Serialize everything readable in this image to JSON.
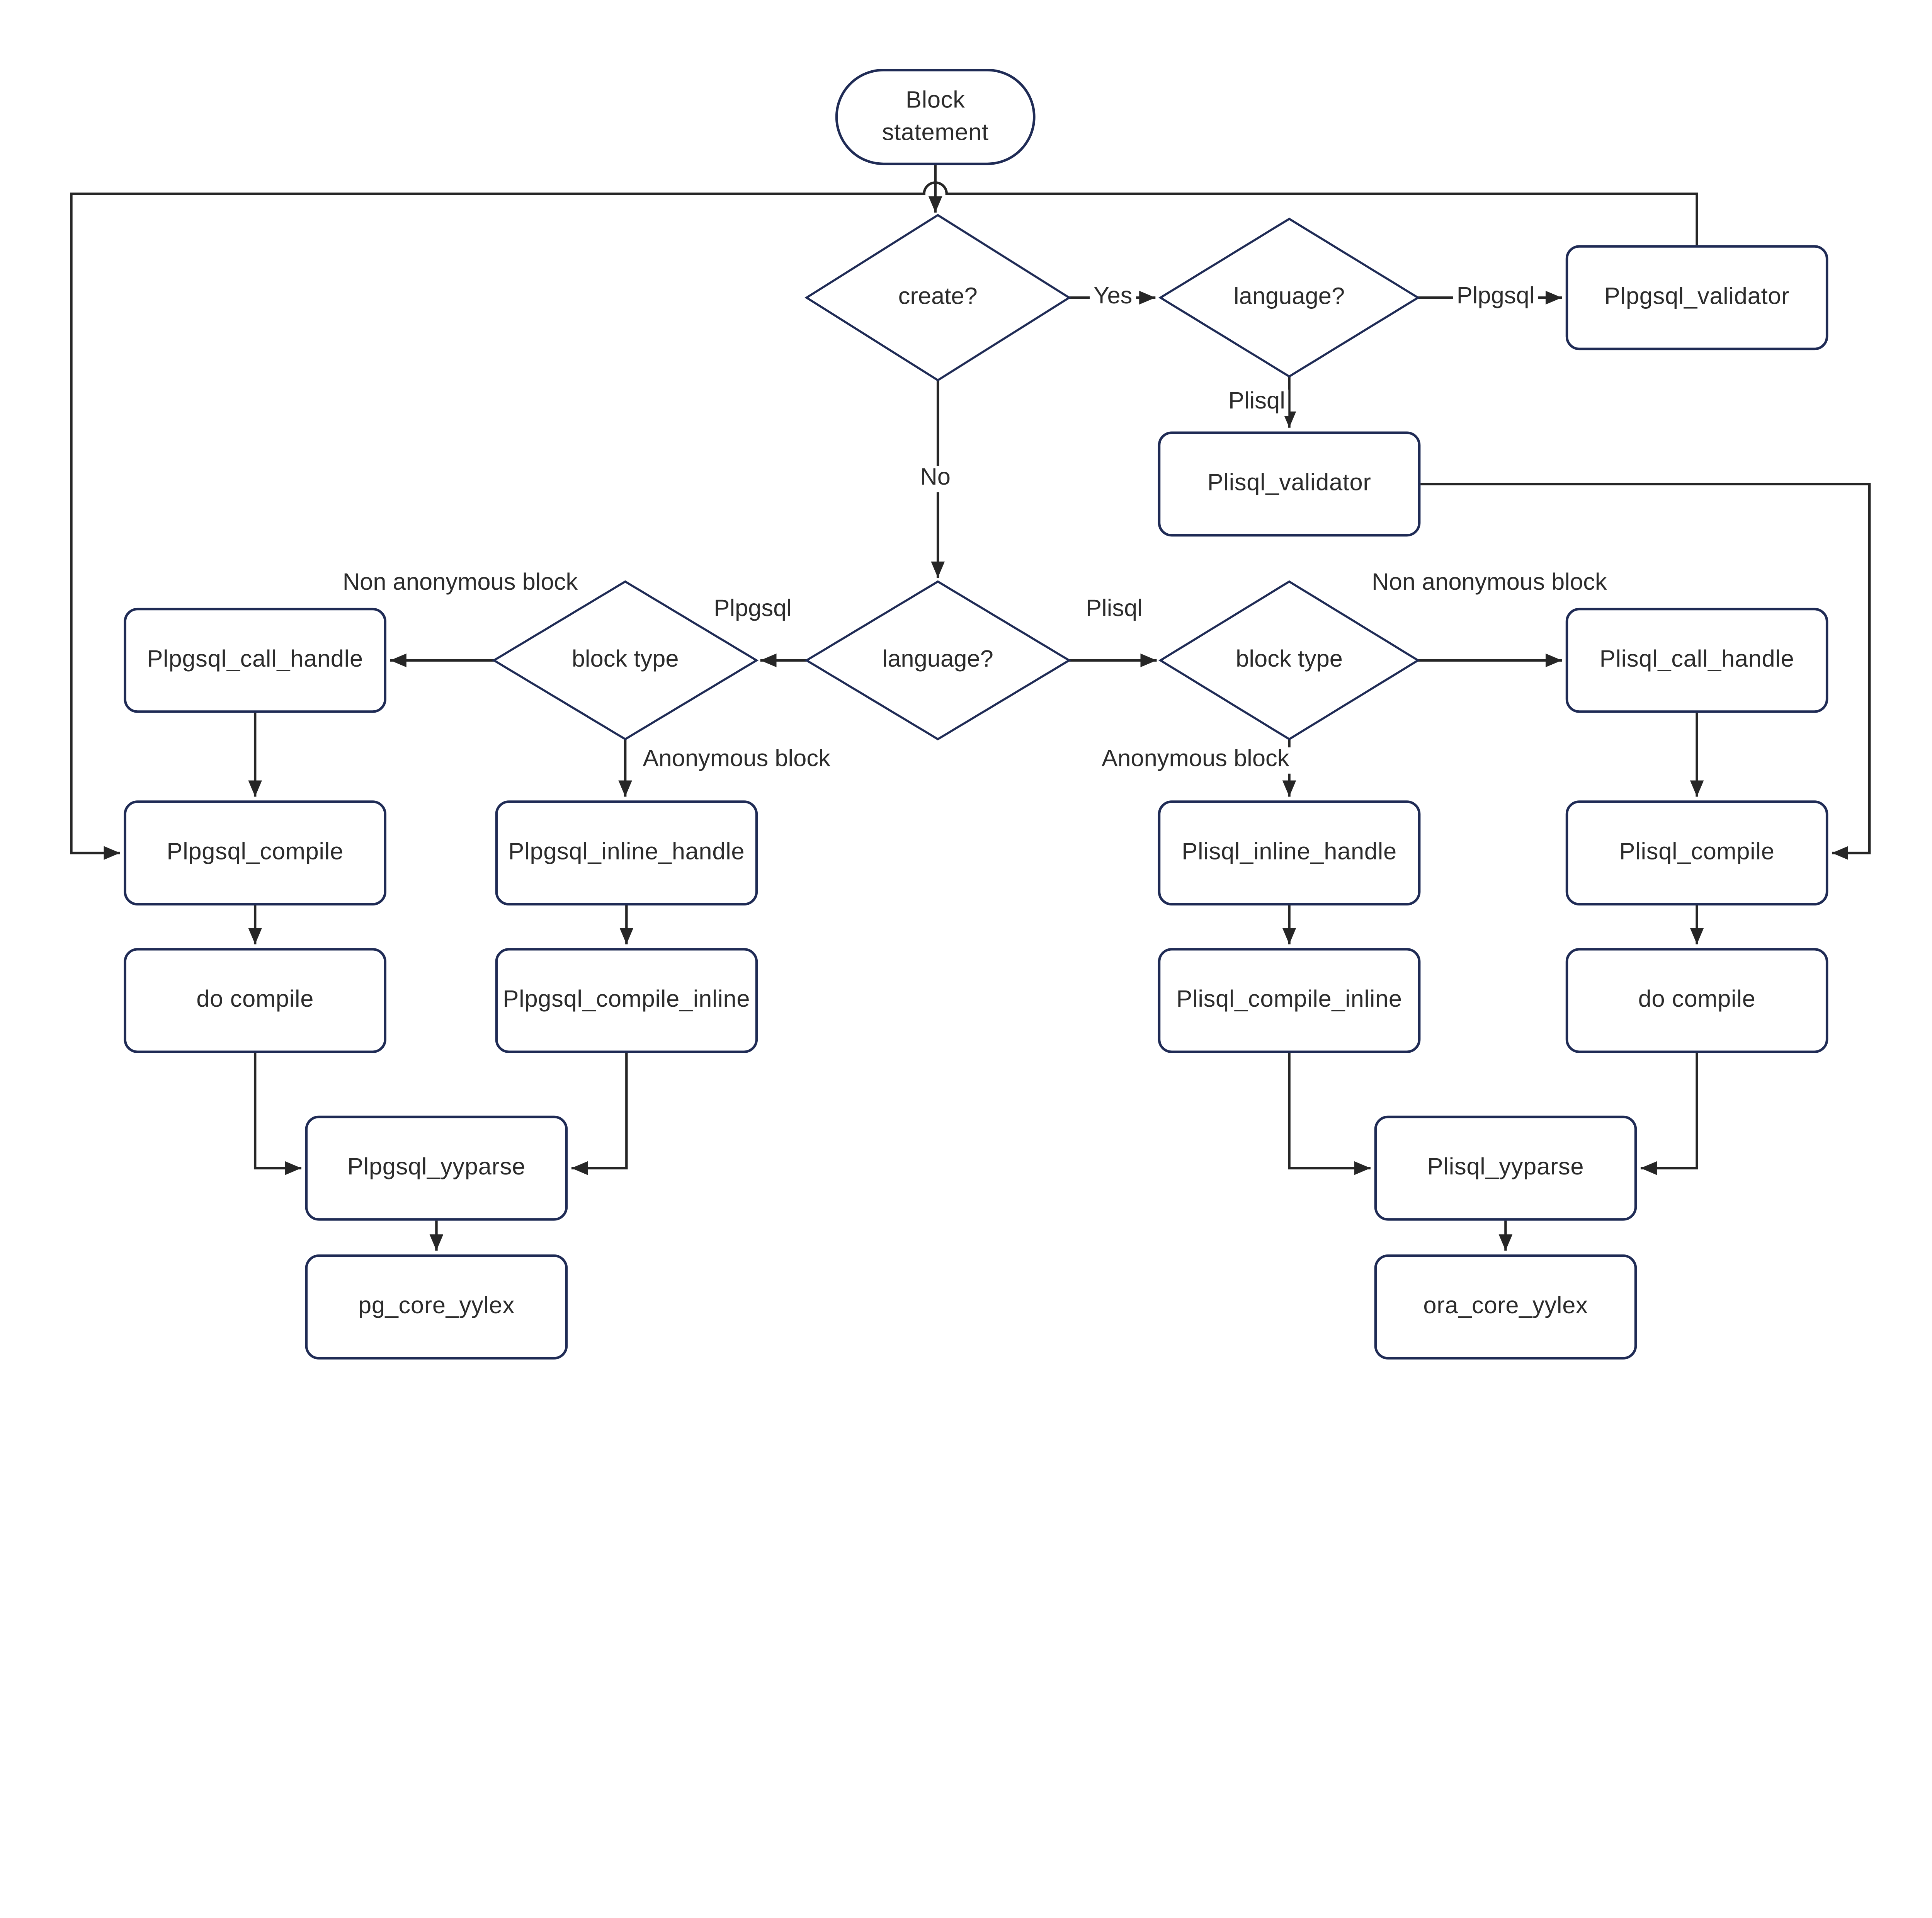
{
  "nodes": {
    "block_statement": {
      "label": "Block statement"
    },
    "create_q": {
      "label": "create?"
    },
    "language_top": {
      "label": "language?"
    },
    "plpgsql_validator": {
      "label": "Plpgsql_validator"
    },
    "plisql_validator": {
      "label": "Plisql_validator"
    },
    "language_mid": {
      "label": "language?"
    },
    "block_type_left": {
      "label": "block type"
    },
    "block_type_right": {
      "label": "block type"
    },
    "plpgsql_call_handle": {
      "label": "Plpgsql_call_handle"
    },
    "plisql_call_handle": {
      "label": "Plisql_call_handle"
    },
    "plpgsql_compile": {
      "label": "Plpgsql_compile"
    },
    "plpgsql_inline_handle": {
      "label": "Plpgsql_inline_handle"
    },
    "plisql_inline_handle": {
      "label": "Plisql_inline_handle"
    },
    "plisql_compile": {
      "label": "Plisql_compile"
    },
    "do_compile_left": {
      "label": "do compile"
    },
    "plpgsql_compile_inline": {
      "label": "Plpgsql_compile_inline"
    },
    "plisql_compile_inline": {
      "label": "Plisql_compile_inline"
    },
    "do_compile_right": {
      "label": "do compile"
    },
    "plpgsql_yyparse": {
      "label": "Plpgsql_yyparse"
    },
    "plisql_yyparse": {
      "label": "Plisql_yyparse"
    },
    "pg_core_yylex": {
      "label": "pg_core_yylex"
    },
    "ora_core_yylex": {
      "label": "ora_core_yylex"
    }
  },
  "edge_labels": {
    "yes": "Yes",
    "no": "No",
    "plpgsql_top": "Plpgsql",
    "plisql_top": "Plisql",
    "plpgsql_mid": "Plpgsql",
    "plisql_mid": "Plisql",
    "non_anonymous_left": "Non anonymous block",
    "anonymous_left": "Anonymous block",
    "anonymous_right": "Anonymous block",
    "non_anonymous_right": "Non anonymous block"
  },
  "colors": {
    "node_border": "#1f2b55",
    "connector": "#262626",
    "text": "#2b2b2b",
    "background": "#ffffff"
  }
}
